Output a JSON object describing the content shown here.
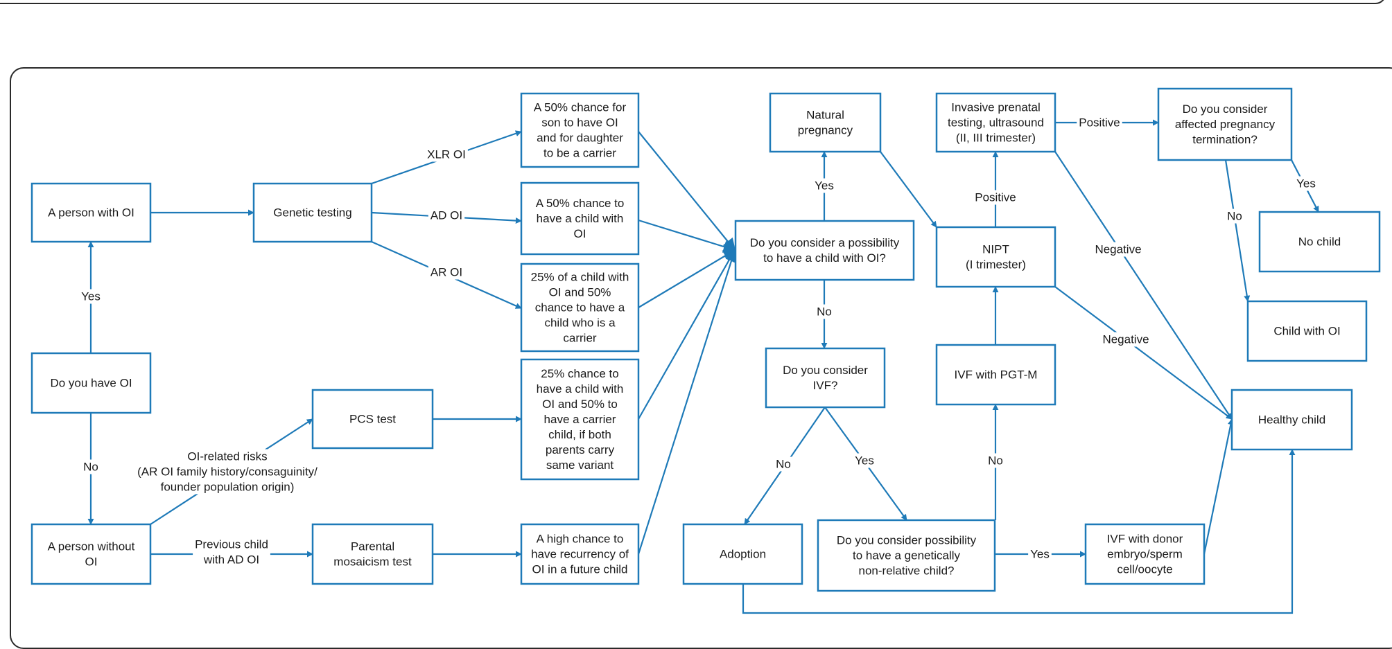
{
  "nodes": {
    "person_with_oi": [
      "A person with OI"
    ],
    "do_you_have_oi": [
      "Do you have OI"
    ],
    "person_without_oi": [
      "A person without",
      "OI"
    ],
    "genetic_testing": [
      "Genetic testing"
    ],
    "pcs_test": [
      "PCS test"
    ],
    "parental_mosaicism_test": [
      "Parental",
      "mosaicism test"
    ],
    "xlr_outcome": [
      "A 50% chance for",
      "son to have OI",
      "and for daughter",
      "to be a carrier"
    ],
    "ad_outcome": [
      "A 50% chance to",
      "have a child with",
      "OI"
    ],
    "ar_outcome": [
      "25% of a child with",
      "OI and 50%",
      "chance to have a",
      "child who is a",
      "carrier"
    ],
    "pcs_outcome": [
      "25% chance to",
      "have a child with",
      "OI and 50% to",
      "have a carrier",
      "child, if both",
      "parents carry",
      "same variant"
    ],
    "mosaic_outcome": [
      "A high chance to",
      "have recurrency of",
      "OI in a future child"
    ],
    "consider_child_oi": [
      "Do you consider a possibility",
      "to have a child with OI?"
    ],
    "natural_pregnancy": [
      "Natural",
      "pregnancy"
    ],
    "consider_ivf": [
      "Do you consider",
      "IVF?"
    ],
    "adoption": [
      "Adoption"
    ],
    "consider_nonrelative": [
      "Do you consider possibility",
      "to have a genetically",
      "non-relative child?"
    ],
    "ivf_donor": [
      "IVF with donor",
      "embryo/sperm",
      "cell/oocyte"
    ],
    "ivf_pgt": [
      "IVF with PGT-M"
    ],
    "nipt": [
      "NIPT",
      "(I trimester)"
    ],
    "invasive_prenatal": [
      "Invasive prenatal",
      "testing, ultrasound",
      "(II, III trimester)"
    ],
    "consider_termination": [
      "Do you consider",
      "affected pregnancy",
      "termination?"
    ],
    "no_child": [
      "No child"
    ],
    "child_with_oi": [
      "Child with OI"
    ],
    "healthy_child": [
      "Healthy child"
    ]
  },
  "edge_labels": {
    "yes_have_oi": "Yes",
    "no_have_oi": "No",
    "xlr_oi": "XLR OI",
    "ad_oi": "AD OI",
    "ar_oi": "AR OI",
    "oi_related_risks": [
      "OI-related risks",
      "(AR OI family history/consaguinity/",
      "founder population origin)"
    ],
    "previous_child": [
      "Previous child",
      "with AD OI"
    ],
    "yes_natural": "Yes",
    "no_consider": "No",
    "no_ivf": "No",
    "yes_ivf": "Yes",
    "yes_donor": "Yes",
    "no_nonrelative": "No",
    "positive_nipt": "Positive",
    "negative_nipt": "Negative",
    "positive_invasive": "Positive",
    "negative_invasive": "Negative",
    "yes_termination": "Yes",
    "no_termination": "No"
  },
  "colors": {
    "accent": "#1e7ab8",
    "frame": "#2a2a2a",
    "text": "#1a1a1a"
  }
}
